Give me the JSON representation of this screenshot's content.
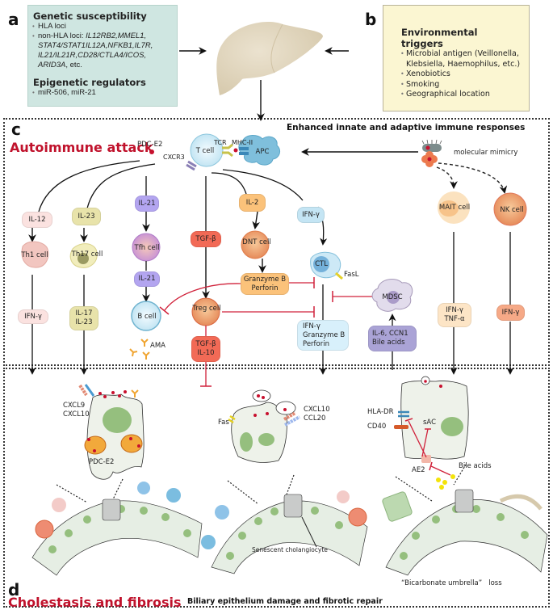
{
  "panels": {
    "a": {
      "letter": "a",
      "genetic_title": "Genetic susceptibility",
      "genetic_items": [
        "HLA loci",
        "non-HLA loci: "
      ],
      "non_hla_genes": "IL12RB2,MMEL1, STAT4/STAT1IL12A,NFKB1,IL7R, IL21/IL21R,CD28/CTLA4/ICOS, ARID3A",
      "non_hla_suffix": ", etc.",
      "epigenetic_title": "Epigenetic regulators",
      "epigenetic_items": [
        "miR-506, miR-21"
      ]
    },
    "b": {
      "letter": "b",
      "title": "Environmental triggers",
      "items": [
        "Microbial antigen (Veillonella, Klebsiella, Haemophilus, etc.)",
        "Xenobiotics",
        "Smoking",
        "Geographical location"
      ]
    },
    "c": {
      "letter": "c",
      "title": "Autoimmune attack",
      "subtitle": "Enhanced innate and adaptive immune responses"
    },
    "d": {
      "letter": "d",
      "title": "Cholestasis and fibrosis",
      "subtitle": "Biliary epithelium damage and fibrotic repair"
    }
  },
  "cells": {
    "t_cell": "T cell",
    "apc": "APC",
    "th1": "Th1 cell",
    "th17": "Th17 cell",
    "tfh": "Tfh cell",
    "b_cell": "B cell",
    "dnt": "DNT cell",
    "treg": "Treg cell",
    "ctl": "CTL",
    "mdsc": "MDSC",
    "mait": "MAIT cell",
    "nk": "NK cell"
  },
  "labels": {
    "pdc_e2": "PDC-E2",
    "cxcr3": "CXCR3",
    "tcr": "TCR",
    "mhc_ii": "MHC-II",
    "molecular_mimicry": "molecular mimicry",
    "fasl": "FasL",
    "ama": "AMA",
    "cxcl9": "CXCL9",
    "cxcl10": "CXCL10",
    "pdc_e2_mito": "PDC-E2",
    "fas": "Fas",
    "cxcl10_b": "CXCL10",
    "ccl20": "CCL20",
    "hla_dr": "HLA-DR",
    "cd40": "CD40",
    "sac": "sAC",
    "ae2": "AE2",
    "bile_acids": "Bile acids",
    "senescent": "Senescent cholangiocyte",
    "bicarbonate": "“Bicarbonate umbrella”   loss"
  },
  "cytokines": {
    "il12": "IL-12",
    "il23": "IL-23",
    "il21_top": "IL-21",
    "tgfb": "TGF-β",
    "il2": "IL-2",
    "ifng_top": "IFN-γ",
    "il21_mid": "IL-21",
    "ifng_th1": "IFN-γ",
    "il17_il23": "IL-17\nIL-23",
    "granzyme_perforin": "Granzyme B\nPerforin",
    "tgfb_il10": "TGF-β\nIL-10",
    "ctl_out": "IFN-γ\nGranzyme B\nPerforin",
    "mdsc_in": "IL-6, CCN1\nBile acids",
    "mait_out": "IFN-γ\nTNF-α",
    "nk_out": "IFN-γ"
  },
  "colors": {
    "box_a_bg": "#cfe6e1",
    "box_b_bg": "#fbf6d2",
    "title_red": "#c0122c",
    "inhibit_red": "#d0213a",
    "liver": "#e0d5bf"
  }
}
